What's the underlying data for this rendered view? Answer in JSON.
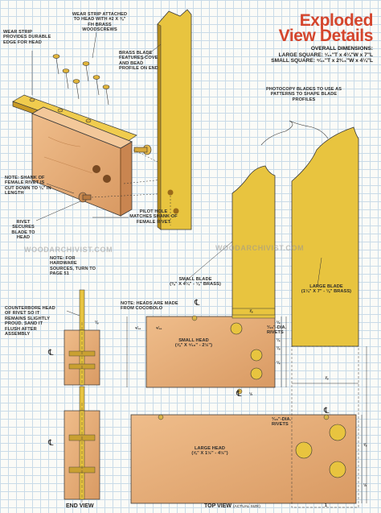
{
  "title_lines": [
    "Exploded",
    "View Details"
  ],
  "overall": {
    "heading": "OVERALL DIMENSIONS:",
    "large_square": "LARGE SQUARE: ¹⁄₁₆\"T x 4¼\"W x 7\"L",
    "small_square": "SMALL SQUARE: ⁹⁄₁₆\"T x 2³⁄₁₆\"W x 4¼\"L"
  },
  "callouts": {
    "wear_strip_edge": "WEAR STRIP PROVIDES DURABLE EDGE FOR HEAD",
    "wear_strip_attached": "WEAR STRIP ATTACHED TO HEAD WITH #2 x ⅜\" Fh BRASS WOODSCREWS",
    "brass_blade": "BRASS BLADE FEATURES COVE AND BEAD PROFILE ON END",
    "photocopy": "PHOTOCOPY BLADES TO USE AS PATTERNS TO SHAPE BLADE PROFILES",
    "note_shank_1": "NOTE: SHANK",
    "note_shank_2": "OF FEMALE RIVET IS CUT DOWN TO ¼\" IN LENGTH",
    "rivet_secures": "RIVET SECURES BLADE TO HEAD",
    "pilot_hole": "PILOT HOLE MATCHES SHANK OF FEMALE RIVET",
    "note_hardware_1": "NOTE: FOR",
    "note_hardware_2": "HARDWARE SOURCES, TURN TO PAGE 51",
    "counterbore": "COUNTERBORE HEAD OF RIVET SO IT REMAINS SLIGHTLY PROUD. SAND IT FLUSH AFTER ASSEMBLY",
    "small_blade": "SMALL BLADE",
    "small_blade_dims": "(⅜\" x 4¼\" - ⅛\" BRASS)",
    "large_blade": "LARGE BLADE",
    "large_blade_dims": "(1¼\" x 7\" - ⅛\" BRASS)",
    "note_heads": "NOTE: HEADS ARE MADE FROM COCOBOLO",
    "small_head": "SMALL HEAD",
    "small_head_dims": "(⅝\" x ⁹⁄₁₆\" - 2½\")",
    "large_head": "LARGE HEAD",
    "large_head_dims": "(⅝\" x 1½\" - 4½\")",
    "rivets_small": "³⁄₁₆\"-DIA. RIVETS",
    "rivets_large": "³⁄₁₆\"-DIA. RIVETS"
  },
  "views": {
    "end": "END VIEW",
    "top": "TOP VIEW",
    "top_note": "(ACTUAL SIZE)"
  },
  "dimensions": {
    "d1": "⁹⁄₁₆",
    "d2": "⁹⁄₁₆",
    "d3": "¼",
    "d4": "¼",
    "d5": "⅛",
    "d6": "¼",
    "d7": "½",
    "d8": "⅞",
    "d9": "⅛",
    "d10": "⅝",
    "d11": "½",
    "d12": "⅞",
    "d13": "1"
  },
  "centerline_symbol": "℄",
  "watermark": "WOODARCHIVIST.COM",
  "colors": {
    "title": "#d4452c",
    "brass": "#e8c43f",
    "wood": "#e9b07c",
    "grid": "#c9dbe8"
  }
}
